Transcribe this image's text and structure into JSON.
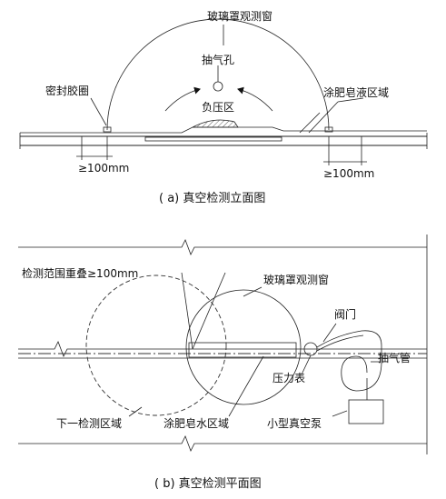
{
  "elevation": {
    "label_window": "玻璃罩观测窗",
    "label_hole": "抽气孔",
    "label_seal": "密封胶圈",
    "label_negative": "负压区",
    "label_soap": "涂肥皂液区域",
    "label_left_dim": "≥100mm",
    "label_right_dim": "≥100mm",
    "caption": "( a) 真空检测立面图"
  },
  "plan": {
    "label_overlap": "检测范围重叠≥100mm",
    "label_window": "玻璃罩观测窗",
    "label_valve": "阀门",
    "label_exhaust": "抽气管",
    "label_gauge": "压力表",
    "label_next": "下一检测区域",
    "label_soap": "涂肥皂水区域",
    "label_pump": "小型真空泵",
    "caption": "( b) 真空检测平面图"
  }
}
